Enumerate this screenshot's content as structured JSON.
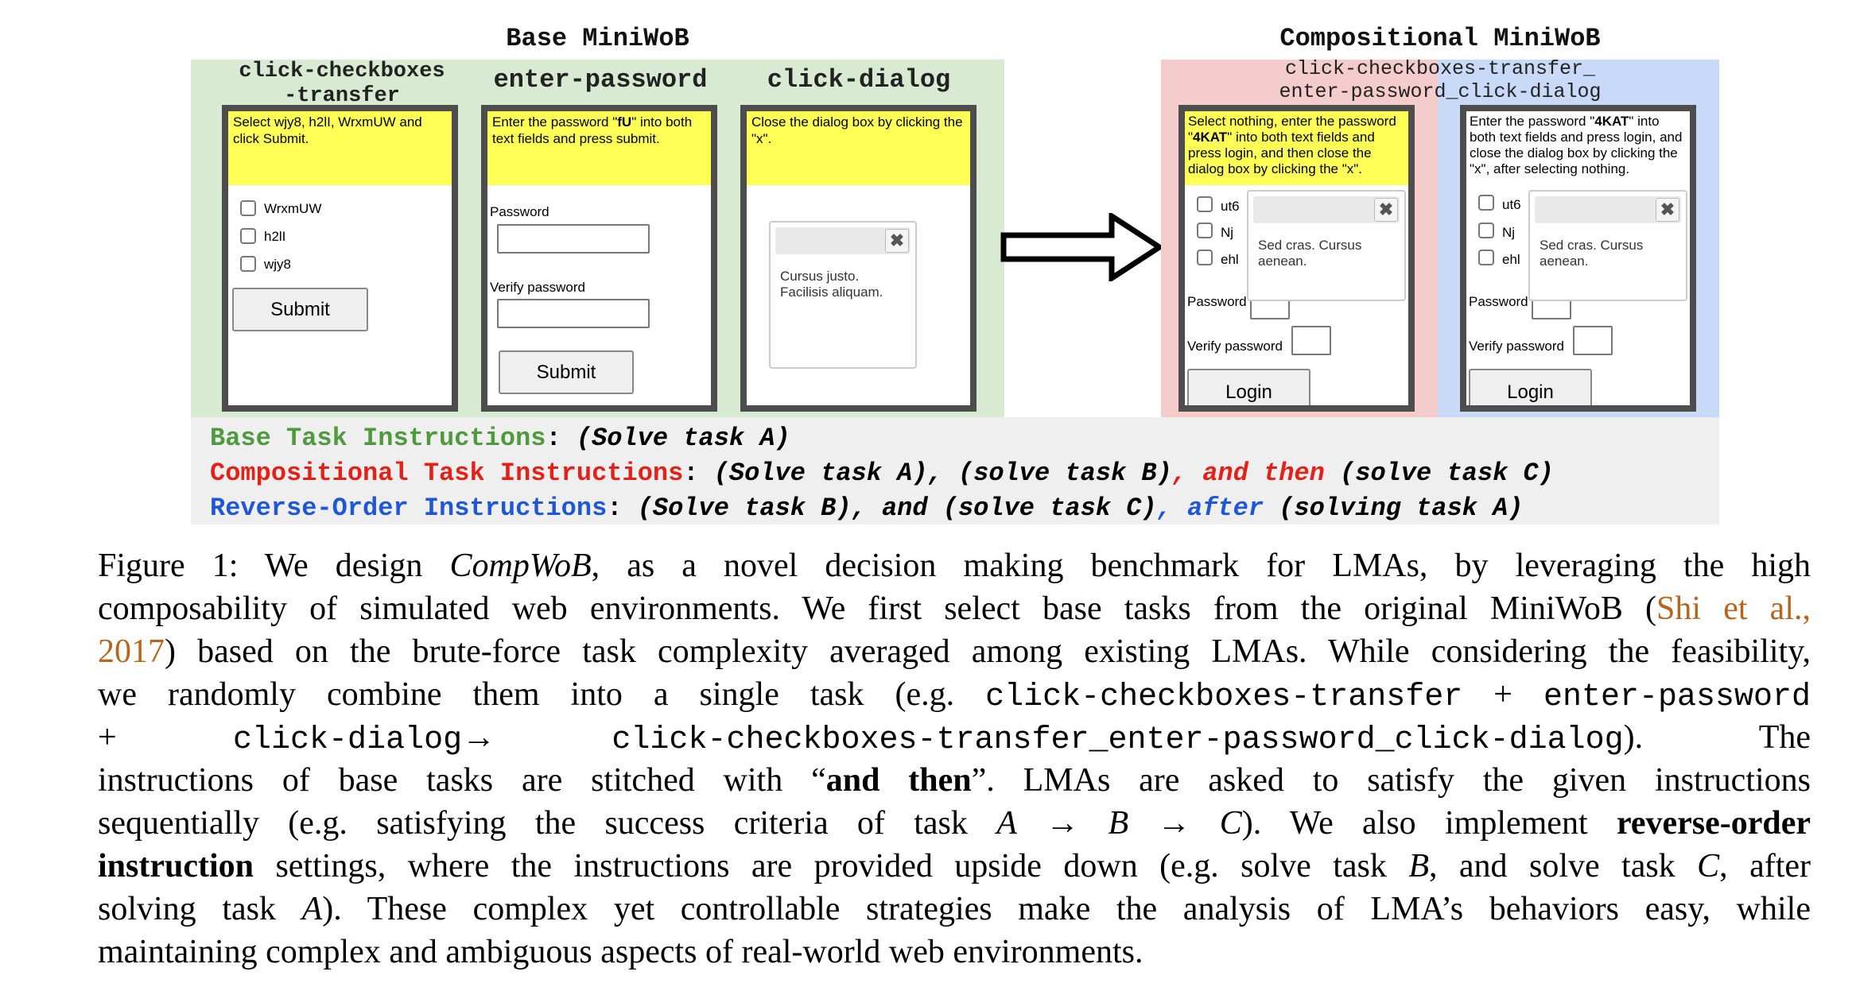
{
  "base": {
    "title": "Base MiniWoB",
    "panel_color": "#d9ead3",
    "tasks": [
      {
        "header": [
          "click-checkboxes",
          "-transfer"
        ],
        "instruction": "Select wjy8, h2lI, WrxmUW and click Submit.",
        "checkboxes": [
          "WrxmUW",
          "h2lI",
          "wjy8"
        ],
        "button": "Submit"
      },
      {
        "header": [
          "enter-password"
        ],
        "instruction_pre": "Enter the password \"",
        "instruction_bold": "fU",
        "instruction_post": "\" into both text fields and press submit.",
        "password_label": "Password",
        "verify_label": "Verify password",
        "button": "Submit"
      },
      {
        "header": [
          "click-dialog"
        ],
        "instruction": "Close the dialog box by clicking the \"x\".",
        "dialog_text": [
          "Cursus justo.",
          "Facilisis aliquam."
        ],
        "close": "✖"
      }
    ]
  },
  "compositional": {
    "title": "Compositional MiniWoB",
    "header": [
      "click-checkboxes-transfer_",
      "enter-password_click-dialog"
    ],
    "colors": {
      "left": "#f4cccc",
      "right": "#c9daf8"
    },
    "tasks": [
      {
        "instruction_pre": "Select nothing, enter the password \"",
        "instruction_bold": "4KAT",
        "instruction_post": "\" into both text fields and press login, and then close the dialog box by clicking the \"x\".",
        "checkboxes": [
          "ut6",
          "Nj",
          "ehl"
        ],
        "dialog_text": [
          "Sed cras. Cursus",
          "aenean."
        ],
        "password_label": "Password",
        "verify_label": "Verify password",
        "button": "Login",
        "close": "✖"
      },
      {
        "instruction_pre": "Enter the password \"",
        "instruction_bold": "4KAT",
        "instruction_post": "\" into both text fields and press login, and close the dialog box by clicking the \"x\", after selecting nothing.",
        "checkboxes": [
          "ut6",
          "Nj",
          "ehl"
        ],
        "dialog_text": [
          "Sed cras. Cursus",
          "aenean."
        ],
        "password_label": "Password",
        "verify_label": "Verify password",
        "button": "Login",
        "close": "✖"
      }
    ]
  },
  "instructions": {
    "colors": {
      "green": "#4e9a3c",
      "red": "#e32119",
      "blue": "#1f57d6"
    },
    "lines": [
      [
        {
          "t": "Base Task Instructions",
          "c": "green"
        },
        {
          "t": ": ",
          "c": ""
        },
        {
          "t": "(Solve task A)",
          "c": "",
          "i": true
        }
      ],
      [
        {
          "t": "Compositional Task Instructions",
          "c": "red"
        },
        {
          "t": ": ",
          "c": ""
        },
        {
          "t": "(Solve task A), (solve task B)",
          "c": "",
          "i": true
        },
        {
          "t": ", and then ",
          "c": "red",
          "i": true
        },
        {
          "t": "(solve task C)",
          "c": "",
          "i": true
        }
      ],
      [
        {
          "t": "Reverse-Order Instructions",
          "c": "blue"
        },
        {
          "t": ": ",
          "c": ""
        },
        {
          "t": "(Solve task B), and (solve task C)",
          "c": "",
          "i": true
        },
        {
          "t": ", after ",
          "c": "blue",
          "i": true
        },
        {
          "t": "(solving task A)",
          "c": "",
          "i": true
        }
      ]
    ]
  },
  "caption": [
    [
      {
        "t": "Figure 1: We design "
      },
      {
        "t": "CompWoB",
        "s": "i"
      },
      {
        "t": ", as a novel decision making benchmark for LMAs, by leveraging the high"
      }
    ],
    [
      {
        "t": "composability of simulated web environments. We first select base tasks from the original MiniWoB ("
      },
      {
        "t": "Shi et al.,",
        "s": "cite"
      }
    ],
    [
      {
        "t": "2017",
        "s": "cite"
      },
      {
        "t": ") based on the brute-force task complexity averaged among existing LMAs. While considering the feasibility,"
      }
    ],
    [
      {
        "t": "we randomly combine them into a single task (e.g. "
      },
      {
        "t": "click-checkboxes-transfer",
        "s": "tt"
      },
      {
        "t": " + "
      },
      {
        "t": "enter-password",
        "s": "tt"
      }
    ],
    [
      {
        "t": "+ "
      },
      {
        "t": "click-dialog",
        "s": "tt"
      },
      {
        "t": "→ "
      },
      {
        "t": "click-checkboxes-transfer_enter-password_click-dialog",
        "s": "tt"
      },
      {
        "t": ").  The"
      }
    ],
    [
      {
        "t": "instructions of base tasks are stitched with “"
      },
      {
        "t": "and then",
        "s": "b"
      },
      {
        "t": "”.  LMAs are asked to satisfy the given instructions"
      }
    ],
    [
      {
        "t": "sequentially (e.g.  satisfying the success criteria of task "
      },
      {
        "t": "A",
        "s": "i"
      },
      {
        "t": " → "
      },
      {
        "t": "B",
        "s": "i"
      },
      {
        "t": " → "
      },
      {
        "t": "C",
        "s": "i"
      },
      {
        "t": "). We also implement "
      },
      {
        "t": "reverse-order",
        "s": "b"
      }
    ],
    [
      {
        "t": "instruction",
        "s": "b"
      },
      {
        "t": " settings, where the instructions are provided upside down (e.g. solve task "
      },
      {
        "t": "B",
        "s": "i"
      },
      {
        "t": ", and solve task "
      },
      {
        "t": "C",
        "s": "i"
      },
      {
        "t": ", after"
      }
    ],
    [
      {
        "t": "solving task "
      },
      {
        "t": "A",
        "s": "i"
      },
      {
        "t": "). These complex yet controllable strategies make the analysis of LMA’s behaviors easy, while"
      }
    ],
    [
      {
        "t": "maintaining complex and ambiguous aspects of real-world web environments."
      }
    ]
  ]
}
